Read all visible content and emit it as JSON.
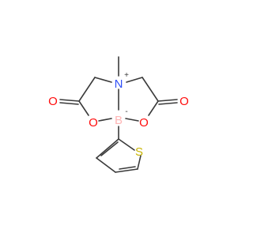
{
  "molecule": {
    "atoms": {
      "nitrogen": "N",
      "nitrogen_charge": "+",
      "boron": "B",
      "boron_charge": "-",
      "oxygen_left_ring": "O",
      "oxygen_right_ring": "O",
      "oxygen_left_carbonyl": "O",
      "oxygen_right_carbonyl": "O",
      "sulfur": "S"
    },
    "colors": {
      "bond": "#3a3a3a",
      "nitrogen": "#3050f8",
      "boron": "#ffb5b5",
      "oxygen": "#ff0d0d",
      "sulfur": "#c8b400",
      "text_dark": "#3a3a3a"
    }
  }
}
